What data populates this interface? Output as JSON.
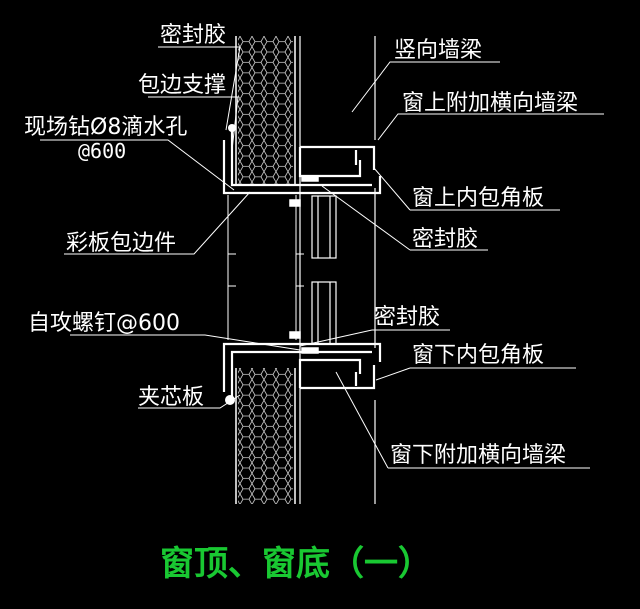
{
  "labels": {
    "seal_top": "密封胶",
    "edge_support": "包边支撑",
    "drip_hole": "现场钻Ø8滴水孔",
    "drip_spacing": "@600",
    "color_plate_trim": "彩板包边件",
    "self_tap_screw": "自攻螺钉@600",
    "sandwich_panel": "夹芯板",
    "vertical_beam": "竖向墙梁",
    "window_top_beam": "窗上附加横向墙梁",
    "window_top_corner": "窗上内包角板",
    "seal_mid": "密封胶",
    "seal_lower": "密封胶",
    "window_bottom_corner": "窗下内包角板",
    "window_bottom_beam": "窗下附加横向墙梁"
  },
  "title": "窗顶、窗底（一）",
  "colors": {
    "background": "#000000",
    "lines": "#ffffff",
    "title": "#19c832"
  }
}
